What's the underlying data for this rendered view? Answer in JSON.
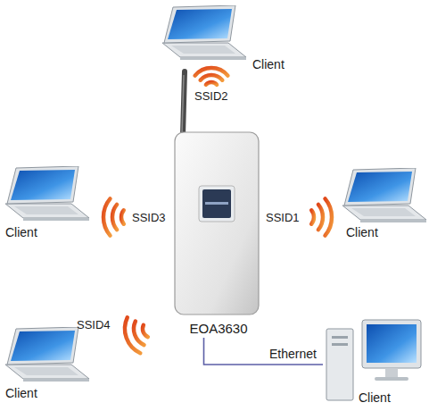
{
  "diagram": {
    "nodes": [
      {
        "text": [
          "Client"
        ]
      },
      {
        "text": [
          "Client"
        ]
      },
      {
        "text": [
          "EOA3630"
        ]
      },
      {
        "text": [
          "Client"
        ]
      },
      {
        "text": [
          "Client"
        ]
      },
      {
        "text": [
          "Client"
        ]
      }
    ],
    "edges": [
      {
        "from": 2,
        "to": 5,
        "arrow": "none",
        "label": "Ethernet"
      }
    ],
    "labels": [
      "SSID2",
      "SSID3",
      "SSID1",
      "SSID4"
    ]
  }
}
